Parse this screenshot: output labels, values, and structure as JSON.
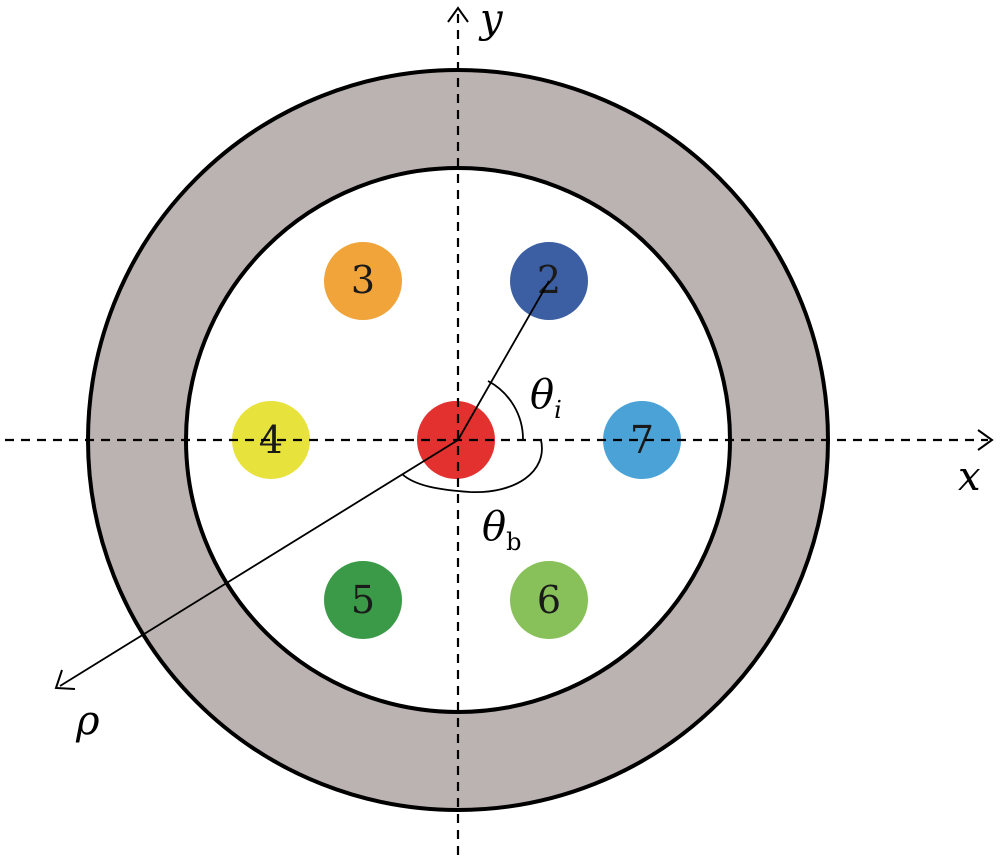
{
  "labels": {
    "x_axis": "x",
    "y_axis": "y",
    "rho": "ρ",
    "theta_i": {
      "symbol": "θ",
      "sub": "i"
    },
    "theta_b": {
      "symbol": "θ",
      "sub": "b"
    }
  },
  "cores": [
    {
      "id": "1",
      "label": "",
      "color": "#e3312f"
    },
    {
      "id": "2",
      "label": "2",
      "color": "#3c5fa3"
    },
    {
      "id": "3",
      "label": "3",
      "color": "#f0a43a"
    },
    {
      "id": "4",
      "label": "4",
      "color": "#e8e23d"
    },
    {
      "id": "5",
      "label": "5",
      "color": "#3b9a47"
    },
    {
      "id": "6",
      "label": "6",
      "color": "#88c05a"
    },
    {
      "id": "7",
      "label": "7",
      "color": "#4aa2d6"
    }
  ],
  "colors": {
    "cladding_ring": "#bbb3b1",
    "inner_region": "#ffffff",
    "outline": "#000000"
  }
}
